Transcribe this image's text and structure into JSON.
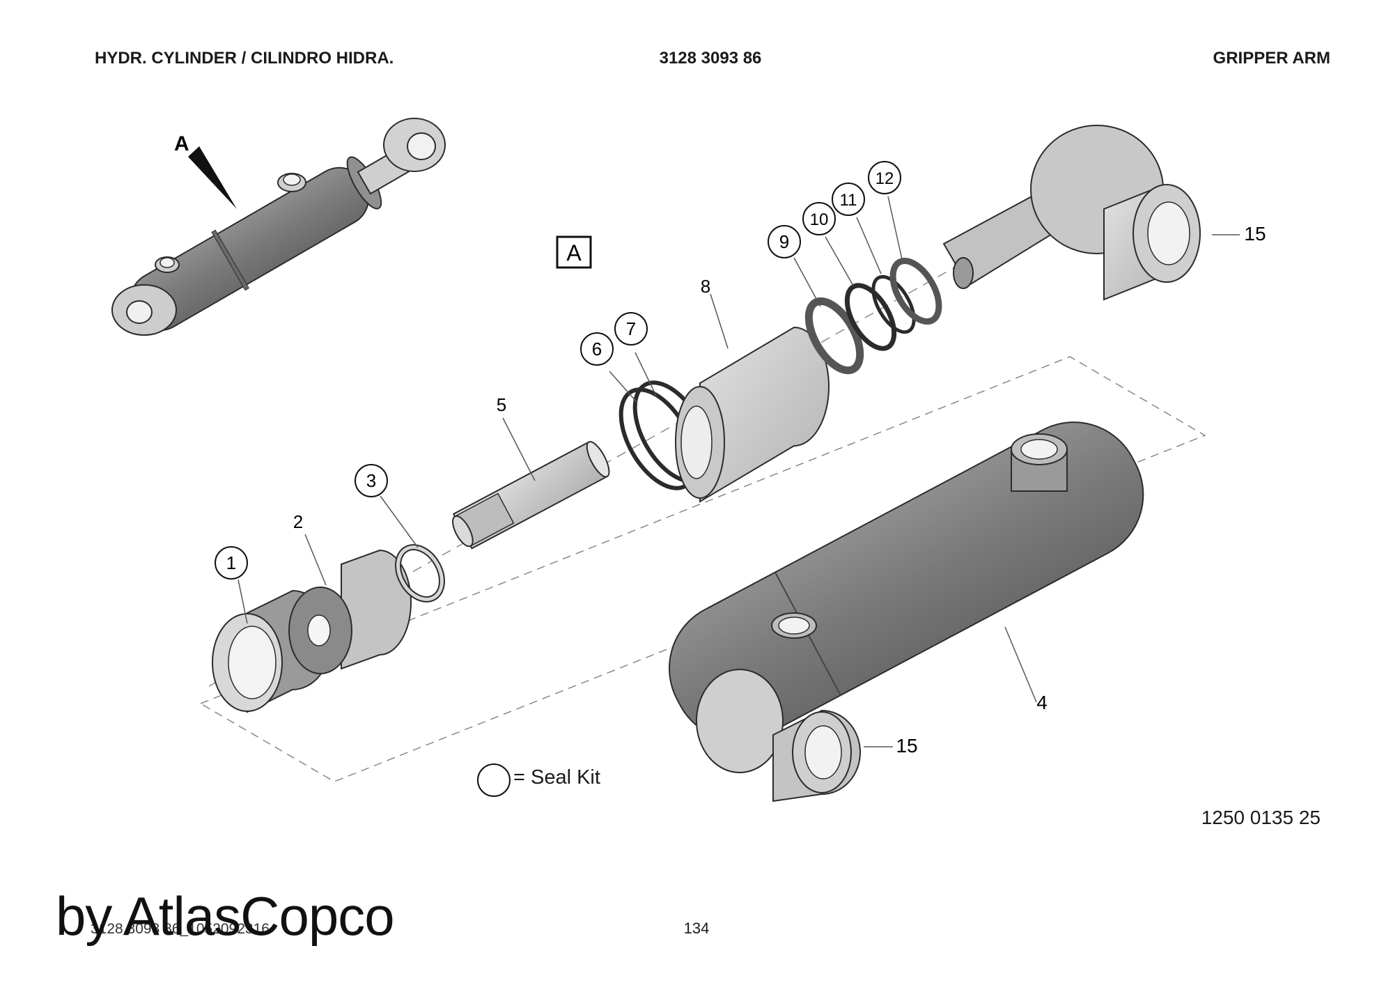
{
  "header": {
    "title_left": "HYDR. CYLINDER / CILINDRO HIDRA.",
    "part_number": "3128 3093 86",
    "title_right": "GRIPPER ARM"
  },
  "diagram": {
    "view_label": "A",
    "boxed_label": "A",
    "parts": {
      "p1": "1",
      "p2": "2",
      "p3": "3",
      "p4": "4",
      "p5": "5",
      "p6": "6",
      "p7": "7",
      "p8": "8",
      "p9": "9",
      "p10": "10",
      "p11": "11",
      "p12": "12",
      "p15a": "15",
      "p15b": "15"
    },
    "legend_text": "= Seal Kit",
    "drawing_number": "1250 0135 25"
  },
  "footer": {
    "doc_id": "3128 3093 86_1052092316",
    "page_number": "134",
    "watermark": "by AtlasCopco"
  },
  "colors": {
    "dark_part": "#7e7e7e",
    "light_part": "#c8c8c8",
    "leader": "#555555"
  }
}
